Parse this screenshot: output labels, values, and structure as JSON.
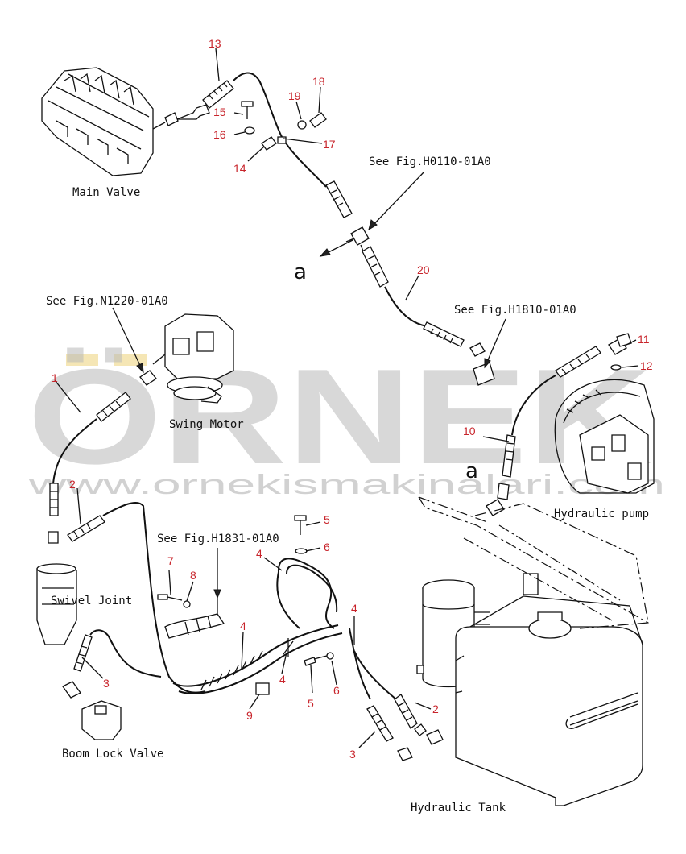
{
  "watermark": {
    "brand": "ÖRNEK",
    "url": "www.ornekismakinalari.com"
  },
  "components": {
    "main_valve": "Main Valve",
    "swing_motor": "Swing Motor",
    "swivel_joint": "Swivel Joint",
    "boom_lock_valve": "Boom Lock Valve",
    "hydraulic_pump": "Hydraulic pump",
    "hydraulic_tank": "Hydraulic Tank"
  },
  "references": {
    "fig_h0110": "See Fig.H0110-01A0",
    "fig_n1220": "See Fig.N1220-01A0",
    "fig_h1810": "See Fig.H1810-01A0",
    "fig_h1831": "See Fig.H1831-01A0"
  },
  "connection_marks": {
    "a_upper": "a",
    "a_right": "a"
  },
  "part_numbers": {
    "p13": "13",
    "p15": "15",
    "p16": "16",
    "p14": "14",
    "p19": "19",
    "p18": "18",
    "p17": "17",
    "p20": "20",
    "p11": "11",
    "p12": "12",
    "p10": "10",
    "p1": "1",
    "p2_left": "2",
    "p3_left": "3",
    "p7": "7",
    "p8": "8",
    "p4_top": "4",
    "p4_mid": "4",
    "p4_low": "4",
    "p4_right": "4",
    "p5_top": "5",
    "p6_top": "6",
    "p9": "9",
    "p5_low": "5",
    "p6_low": "6",
    "p2_right": "2",
    "p3_right": "3"
  }
}
